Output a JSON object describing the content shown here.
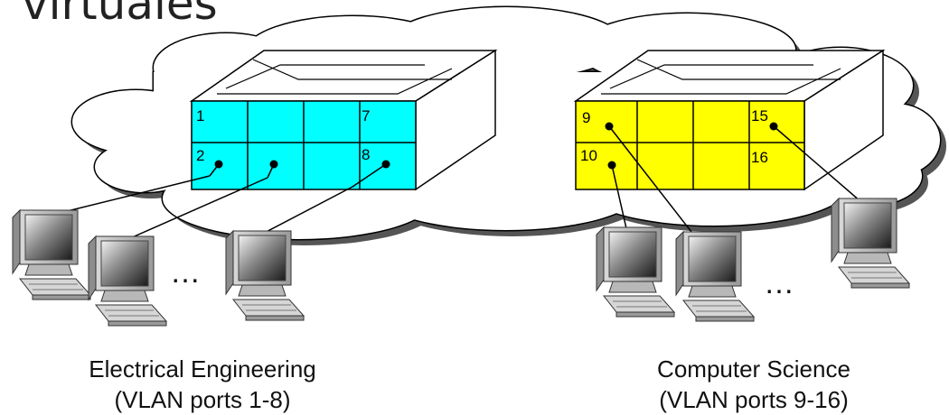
{
  "title": "virtuales",
  "groups": [
    {
      "caption_line1": "Electrical Engineering",
      "caption_line2": "(VLAN ports 1-8)",
      "color": "#00ffff"
    },
    {
      "caption_line1": "Computer Science",
      "caption_line2": "(VLAN ports 9-16)",
      "color": "#ffff00"
    }
  ],
  "switch_ee_ports": {
    "p1": "1",
    "p2": "2",
    "p7": "7",
    "p8": "8"
  },
  "switch_cs_ports": {
    "p9": "9",
    "p10": "10",
    "p15": "15",
    "p16": "16"
  },
  "ellipsis": "…",
  "icons": [
    "cloud-icon",
    "switch-icon",
    "computer-icon"
  ]
}
